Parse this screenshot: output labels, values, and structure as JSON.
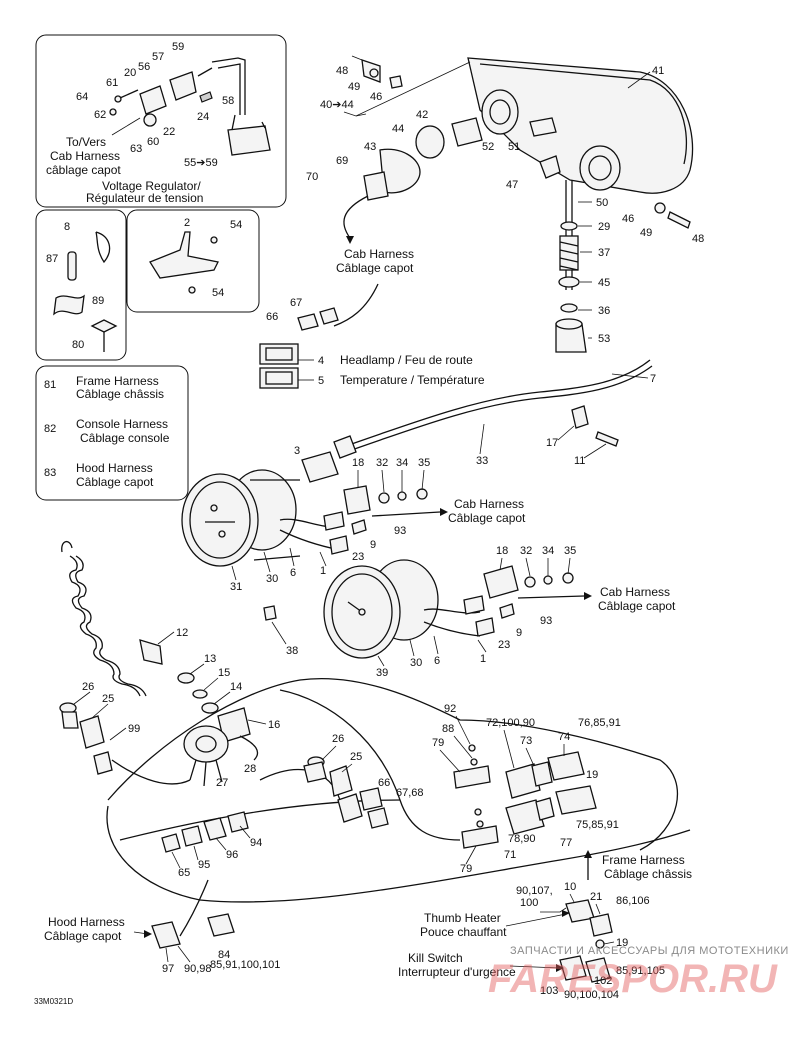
{
  "part_numbers": {
    "n59": "59",
    "n57": "57",
    "n20": "20",
    "n56": "56",
    "n61": "61",
    "n58": "58",
    "n64": "64",
    "n62": "62",
    "n63": "63",
    "n60": "60",
    "n22": "22",
    "n24": "24",
    "n55_59": "55➔59",
    "n8": "8",
    "n87": "87",
    "n89": "89",
    "n80": "80",
    "n2": "2",
    "n54a": "54",
    "n54b": "54",
    "n81": "81",
    "n82": "82",
    "n83": "83",
    "n48a": "48",
    "n49a": "49",
    "n46a": "46",
    "n40_44": "40➔44",
    "n41": "41",
    "n42": "42",
    "n44": "44",
    "n43": "43",
    "n52": "52",
    "n51": "51",
    "n69": "69",
    "n70": "70",
    "n47": "47",
    "n46b": "46",
    "n49b": "49",
    "n48b": "48",
    "n50": "50",
    "n29": "29",
    "n37": "37",
    "n45": "45",
    "n36": "36",
    "n53": "53",
    "n67": "67",
    "n66": "66",
    "n4": "4",
    "n5": "5",
    "n7": "7",
    "n17": "17",
    "n11": "11",
    "n33": "33",
    "n3": "3",
    "n18a": "18",
    "n32a": "32",
    "n34a": "34",
    "n35a": "35",
    "n93a": "93",
    "n9a": "9",
    "n23a": "23",
    "n1a": "1",
    "n31": "31",
    "n30a": "30",
    "n6a": "6",
    "n18b": "18",
    "n32b": "32",
    "n34b": "34",
    "n35b": "35",
    "n93b": "93",
    "n9b": "9",
    "n23b": "23",
    "n1b": "1",
    "n39": "39",
    "n30b": "30",
    "n6b": "6",
    "n12": "12",
    "n38": "38",
    "n13": "13",
    "n15": "15",
    "n14": "14",
    "n16": "16",
    "n26a": "26",
    "n25a": "25",
    "n99": "99",
    "n27": "27",
    "n28": "28",
    "n26b": "26",
    "n25b": "25",
    "n66b": "66",
    "n67_68": "67,68",
    "n92": "92",
    "n88": "88",
    "n79a": "79",
    "n79b": "79",
    "n72_100_90": "72,100,90",
    "n73": "73",
    "n74": "74",
    "n76_85_91": "76,85,91",
    "n19a": "19",
    "n75_85_91": "75,85,91",
    "n77": "77",
    "n78_90": "78,90",
    "n71": "71",
    "n94": "94",
    "n96": "96",
    "n95": "95",
    "n65": "65",
    "n90_107": "90,107,",
    "n100": "100",
    "n10": "10",
    "n21": "21",
    "n86_106": "86,106",
    "n19b": "19",
    "n102": "102",
    "n85_91_105": "85,91,105",
    "n103": "103",
    "n90_100_104": "90,100,104",
    "n97": "97",
    "n90_98": "90,98",
    "n84": "84",
    "n85_91_100_101": "85,91,100,101"
  },
  "labels": {
    "to_vers": "To/Vers",
    "cab_harness_1": "Cab Harness",
    "cablage_capot_1": "câblage capot",
    "voltage_regulator": "Voltage Regulator/",
    "regulateur": "Régulateur de tension",
    "frame_harness": "Frame Harness",
    "cablage_chassis": "Câblage châssis",
    "console_harness": "Console Harness",
    "cablage_console": "Câblage console",
    "hood_harness": "Hood Harness",
    "cablage_capot_hood": "Câblage capot",
    "cab_harness_2": "Cab Harness",
    "cablage_capot_2": "Câblage capot",
    "headlamp": "Headlamp / Feu de route",
    "temperature": "Temperature / Température",
    "cab_harness_3": "Cab Harness",
    "cablage_capot_3": "Câblage capot",
    "cab_harness_4": "Cab Harness",
    "cablage_capot_4": "Câblage capot",
    "frame_harness_2": "Frame Harness",
    "cablage_chassis_2": "Câblage châssis",
    "thumb_heater": "Thumb Heater",
    "pouce_chauffant": "Pouce chauffant",
    "kill_switch": "Kill Switch",
    "interrupteur": "Interrupteur d'urgence",
    "hood_harness_2": "Hood Harness",
    "cablage_capot_5": "Câblage capot",
    "figure_code": "33M0321D"
  },
  "watermark": {
    "text": "ЗАПЧАСТИ И АКСЕССУАРЫ ДЛЯ МОТОТЕХНИКИ",
    "brand": "FARESPOR.RU"
  }
}
